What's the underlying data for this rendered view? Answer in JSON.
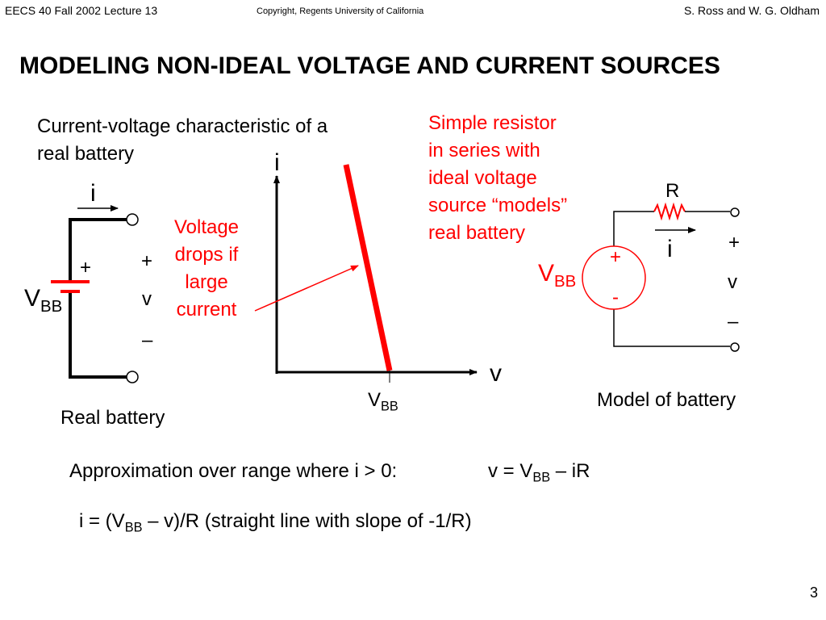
{
  "header": {
    "left": "EECS 40 Fall 2002   Lecture 13",
    "center": "Copyright, Regents University of California",
    "right": "S. Ross and W. G. Oldham"
  },
  "title": "MODELING NON-IDEAL VOLTAGE AND CURRENT SOURCES",
  "left_caption": [
    "Current-voltage characteristic of a",
    "real battery"
  ],
  "red_note": [
    "Voltage",
    "drops if",
    "large",
    "current"
  ],
  "model_note": [
    "Simple resistor",
    "in series with",
    "ideal voltage",
    "source “models”",
    "real battery"
  ],
  "real_battery": {
    "caption": "Real battery",
    "current_label": "i",
    "plus_top": "+",
    "minus": "–",
    "v": "v",
    "battery_plus": "+",
    "vbb_main": "V",
    "vbb_sub": "BB"
  },
  "graph": {
    "i_axis": "i",
    "v_axis": "v",
    "vbb_main": "V",
    "vbb_sub": "BB"
  },
  "model": {
    "caption": "Model of battery",
    "R": "R",
    "i": "i",
    "plus": "+",
    "minus": "-",
    "v": "v",
    "v_minus": "–",
    "out_plus": "+",
    "vbb_main": "V",
    "vbb_sub": "BB"
  },
  "eq1": {
    "lead": "Approximation over range where i > 0:",
    "v_eq": "v = V",
    "sub": "BB",
    "tail": " – iR"
  },
  "eq2": {
    "a": "i = (V",
    "sub": "BB",
    "b": " – v)/R  (straight line with slope of -1/R)"
  },
  "page_number": "3",
  "colors": {
    "accent": "#ff0000",
    "text": "#000000"
  }
}
